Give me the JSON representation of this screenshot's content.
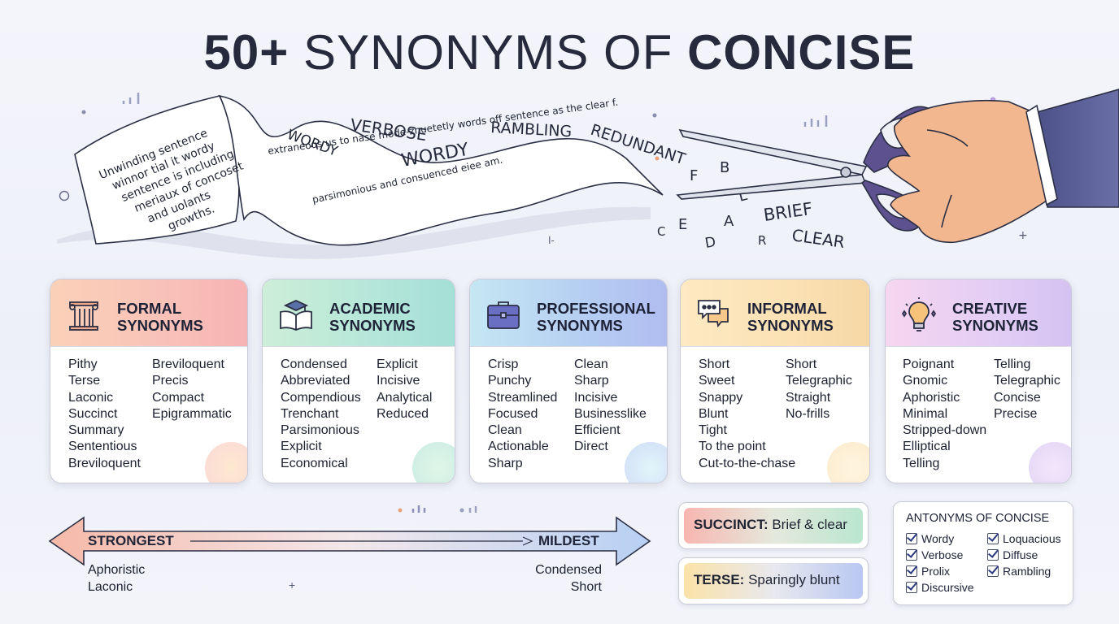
{
  "title": {
    "number": "50+",
    "middle": "SYNONYMS OF",
    "word": "CONCISE"
  },
  "illustration": {
    "paper_lines": [
      "Unwinding sentence",
      "winnor tial it wordy",
      "sentence is including",
      "meriaux of concoset",
      "and uolants",
      "growths."
    ],
    "ribbon_text": "extraneous us to nase mode-znuetetly words off sentence as the clear f.",
    "ribbon_text_2": "parsimonious and consuenced eiee am.",
    "ribbon_word": "WORDY",
    "cut_words": [
      "VERBOSE",
      "RAMBLING",
      "REDUNDANT",
      "WORDY"
    ],
    "letters": [
      "F",
      "B",
      "L",
      "C",
      "E",
      "A",
      "D",
      "R"
    ],
    "result_words": [
      "BRIEF",
      "CLEAR"
    ]
  },
  "cards": [
    {
      "title1": "FORMAL",
      "title2": "SYNONYMS",
      "icon": "column-icon",
      "accent": "#f6b8a6",
      "col1": [
        "Pithy",
        "Terse",
        "Laconic",
        "Succinct",
        "Summary",
        "Sententious",
        "Breviloquent"
      ],
      "col2": [
        "Breviloquent",
        "Precis",
        "Compact",
        "Epigrammatic"
      ]
    },
    {
      "title1": "ACADEMIC",
      "title2": "SYNONYMS",
      "icon": "graduation-book-icon",
      "accent": "#a8e0cf",
      "col1": [
        "Condensed",
        "Abbreviated",
        "Compendious",
        "Trenchant",
        "Parsimonious",
        "Explicit",
        "Economical"
      ],
      "col2": [
        "Explicit",
        "Incisive",
        "Analytical",
        "Reduced"
      ]
    },
    {
      "title1": "PROFESSIONAL",
      "title2": "SYNONYMS",
      "icon": "briefcase-icon",
      "accent": "#aec3f0",
      "col1": [
        "Crisp",
        "Punchy",
        "Streamlined",
        "Focused",
        "Clean",
        "Actionable",
        "Sharp"
      ],
      "col2": [
        "Clean",
        "Sharp",
        "Incisive",
        "Businesslike",
        "Efficient",
        "Direct"
      ]
    },
    {
      "title1": "INFORMAL",
      "title2": "SYNONYMS",
      "icon": "chat-bubbles-icon",
      "accent": "#f7dba6",
      "col1": [
        "Short",
        "Sweet",
        "Snappy",
        "Blunt",
        "Tight",
        "To the point",
        "Cut-to-the-chase"
      ],
      "col2": [
        "Short",
        "Telegraphic",
        "Straight",
        "No-frills"
      ]
    },
    {
      "title1": "CREATIVE",
      "title2": "SYNONYMS",
      "icon": "lightbulb-icon",
      "accent": "#d7c5f2",
      "col1": [
        "Poignant",
        "Gnomic",
        "Aphoristic",
        "Minimal",
        "Stripped-down",
        "Elliptical",
        "Telling"
      ],
      "col2": [
        "Telling",
        "Telegraphic",
        "Concise",
        "Precise"
      ]
    }
  ],
  "scale": {
    "left_label": "STRONGEST",
    "right_label": "MILDEST",
    "left_words": [
      "Aphoristic",
      "Laconic"
    ],
    "right_words": [
      "Condensed",
      "Short"
    ]
  },
  "pills": [
    {
      "term": "SUCCINCT:",
      "meaning": "Brief & clear"
    },
    {
      "term": "TERSE:",
      "meaning": "Sparingly blunt"
    }
  ],
  "antonyms": {
    "title": "ANTONYMS OF CONCISE",
    "col1": [
      "Wordy",
      "Verbose",
      "Prolix",
      "Discursive"
    ],
    "col2": [
      "Loquacious",
      "Diffuse",
      "Rambling"
    ]
  }
}
